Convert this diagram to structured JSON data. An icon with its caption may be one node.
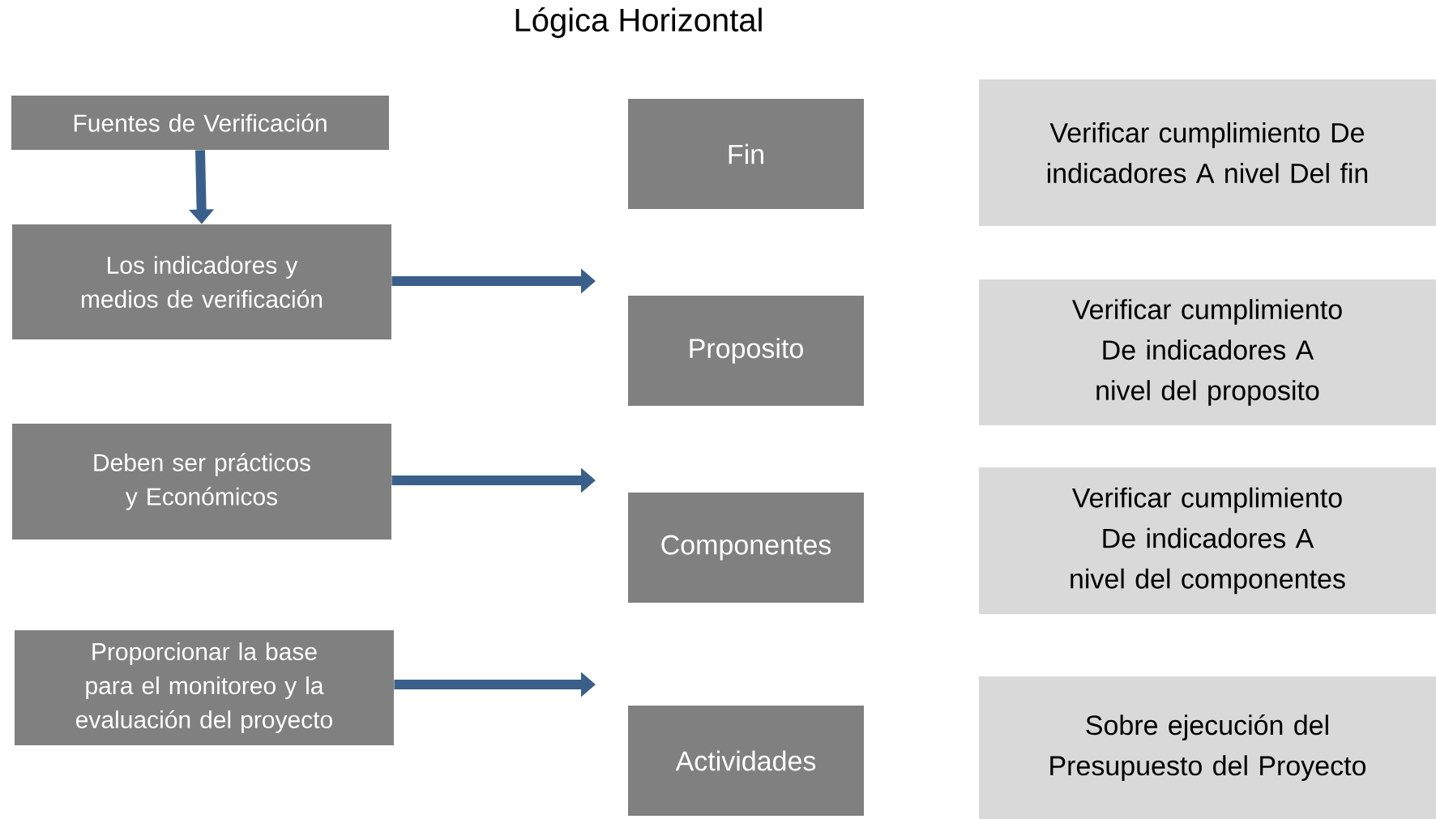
{
  "diagram": {
    "title": "Lógica Horizontal",
    "nodes": [
      {
        "text": [
          "Fuentes de Verificación"
        ]
      },
      {
        "text": [
          "Los indicadores y medios de verificación"
        ]
      },
      {
        "text": [
          "Deben ser prácticos y Económicos"
        ]
      },
      {
        "text": [
          "Proporcionar la base para el monitoreo y la evaluación del proyecto"
        ]
      },
      {
        "text": [
          "Fin"
        ]
      },
      {
        "text": [
          "Proposito"
        ]
      },
      {
        "text": [
          "Componentes"
        ]
      },
      {
        "text": [
          "Actividades"
        ]
      },
      {
        "text": [
          "Verificar cumplimiento De indicadores A nivel Del fin"
        ]
      },
      {
        "text": [
          "Verificar cumplimiento De indicadores A nivel del proposito"
        ]
      },
      {
        "text": [
          "Verificar cumplimiento De indicadores A nivel del componentes"
        ]
      },
      {
        "text": [
          "Sobre ejecución del Presupuesto del Proyecto"
        ]
      }
    ],
    "edges": [
      {
        "from": 0,
        "to": 1,
        "arrow": "to"
      },
      {
        "from": 1,
        "to": null,
        "arrow": "to"
      },
      {
        "from": 2,
        "to": null,
        "arrow": "to"
      },
      {
        "from": 3,
        "to": null,
        "arrow": "to"
      }
    ]
  }
}
